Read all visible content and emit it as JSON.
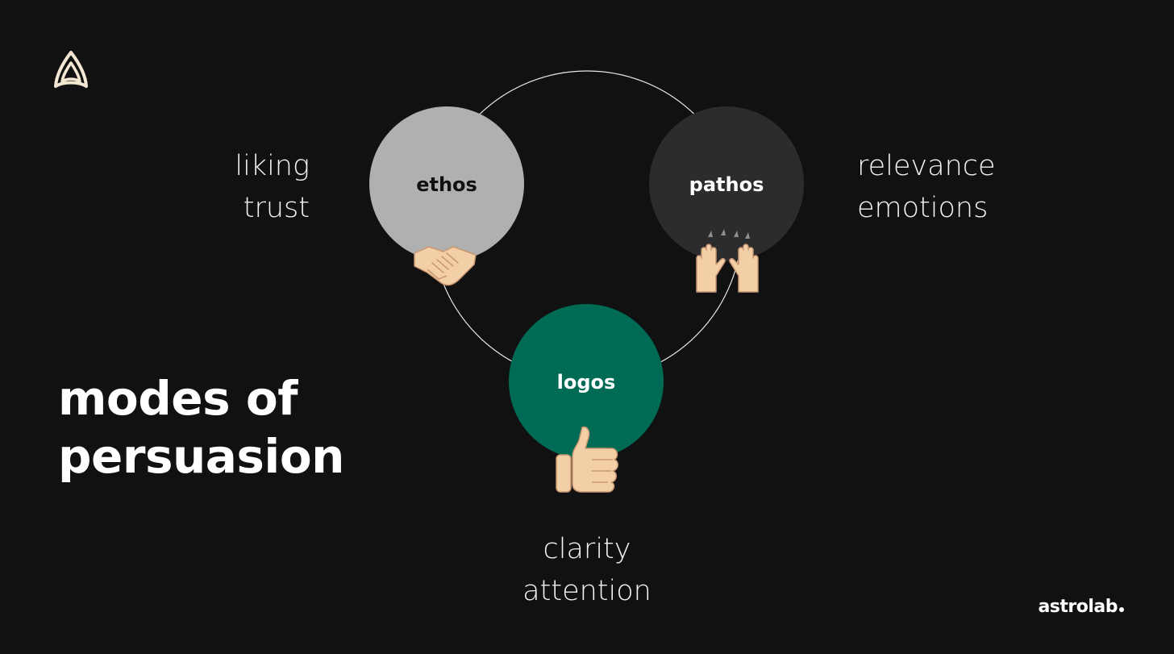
{
  "title": {
    "line1": "modes of",
    "line2": "persuasion"
  },
  "brand": {
    "name": "astrolab"
  },
  "colors": {
    "background": "#111111",
    "ethos_circle": "#b0b0b0",
    "pathos_circle": "#2c2c2c",
    "logos_circle": "#006b55",
    "orbit_line": "#e6e6e6",
    "emoji_skin": "#f3cfa8"
  },
  "modes": [
    {
      "label": "ethos",
      "icon": "handshake-icon",
      "qualities": [
        "liking",
        "trust"
      ]
    },
    {
      "label": "pathos",
      "icon": "raising-hands-icon",
      "qualities": [
        "relevance",
        "emotions"
      ]
    },
    {
      "label": "logos",
      "icon": "thumbs-up-icon",
      "qualities": [
        "clarity",
        "attention"
      ]
    }
  ]
}
